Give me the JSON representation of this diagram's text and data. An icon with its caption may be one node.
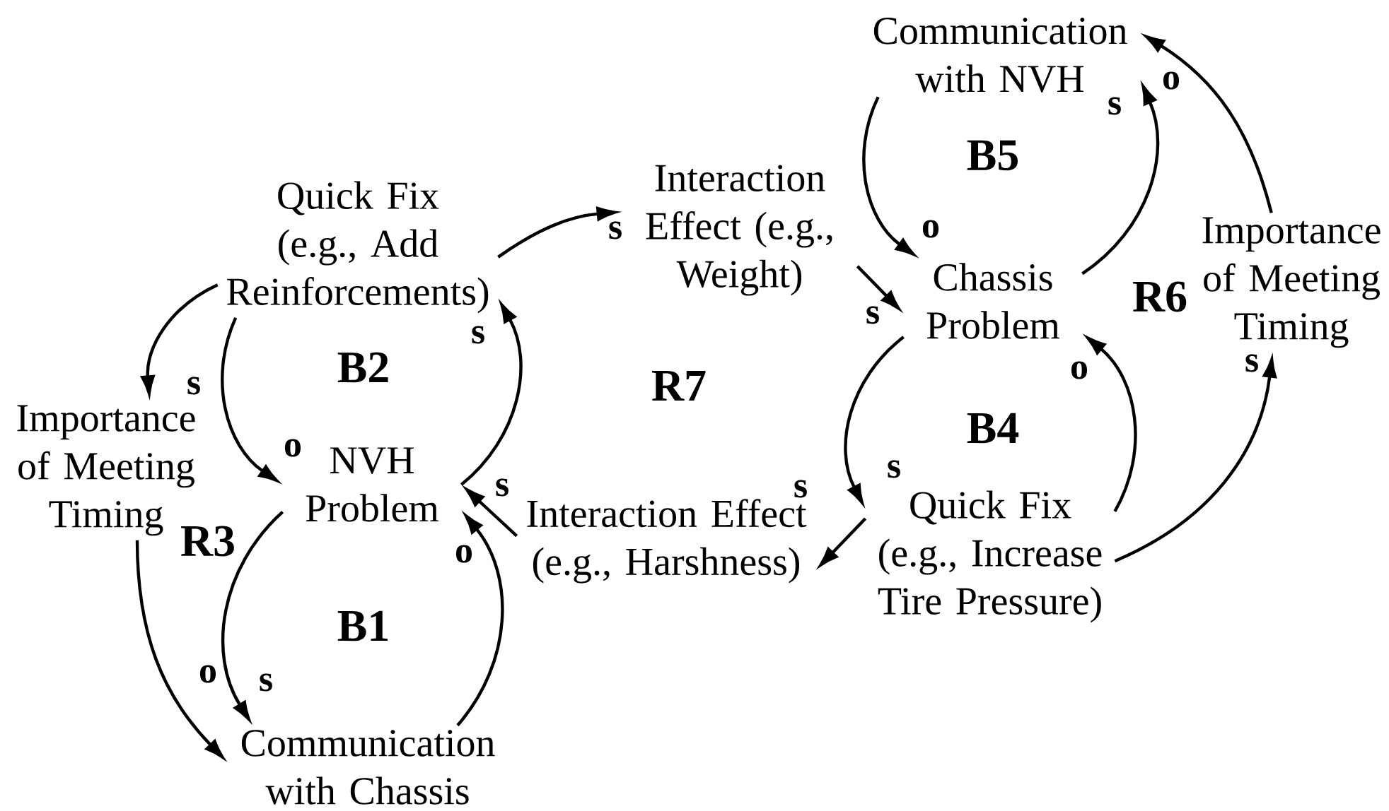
{
  "diagram": {
    "nodes": [
      {
        "text": [
          "Quick Fix (e.g., Add Reinforcements)"
        ]
      },
      {
        "text": [
          "Interaction Effect (e.g., Weight)"
        ]
      },
      {
        "text": [
          "Communication with NVH"
        ]
      },
      {
        "text": [
          "Chassis Problem"
        ]
      },
      {
        "text": [
          "Importance of Meeting Timing"
        ]
      },
      {
        "text": [
          "Importance of Meeting Timing"
        ]
      },
      {
        "text": [
          "NVH Problem"
        ]
      },
      {
        "text": [
          "Interaction Effect (e.g., Harshness)"
        ]
      },
      {
        "text": [
          "Quick Fix (e.g., Increase Tire Pressure)"
        ]
      },
      {
        "text": [
          "Communication with Chassis"
        ]
      }
    ],
    "edges": [
      {
        "from": 0,
        "to": 1,
        "arrow": "to",
        "label": "s"
      },
      {
        "from": 0,
        "to": 5,
        "arrow": "to",
        "label": "s"
      },
      {
        "from": 0,
        "to": 6,
        "arrow": "to",
        "label": "o"
      },
      {
        "from": 6,
        "to": 0,
        "arrow": "to",
        "label": "s"
      },
      {
        "from": 5,
        "to": 9,
        "arrow": "to",
        "label": "o"
      },
      {
        "from": 6,
        "to": 9,
        "arrow": "to",
        "label": "s"
      },
      {
        "from": 9,
        "to": 6,
        "arrow": "to",
        "label": "o"
      },
      {
        "from": 7,
        "to": 6,
        "arrow": "to",
        "label": "s"
      },
      {
        "from": 1,
        "to": 3,
        "arrow": "to",
        "label": "s"
      },
      {
        "from": 2,
        "to": 3,
        "arrow": "to",
        "label": "o"
      },
      {
        "from": 3,
        "to": 2,
        "arrow": "to",
        "label": "s"
      },
      {
        "from": 4,
        "to": 2,
        "arrow": "to",
        "label": "o"
      },
      {
        "from": 3,
        "to": 8,
        "arrow": "to",
        "label": "s"
      },
      {
        "from": 8,
        "to": 3,
        "arrow": "to",
        "label": "o"
      },
      {
        "from": 8,
        "to": 4,
        "arrow": "to",
        "label": "s"
      },
      {
        "from": 8,
        "to": 7,
        "arrow": "to",
        "label": "s"
      }
    ],
    "labels": [
      "B5",
      "B2",
      "R7",
      "R6",
      "B4",
      "R3",
      "B1"
    ]
  }
}
